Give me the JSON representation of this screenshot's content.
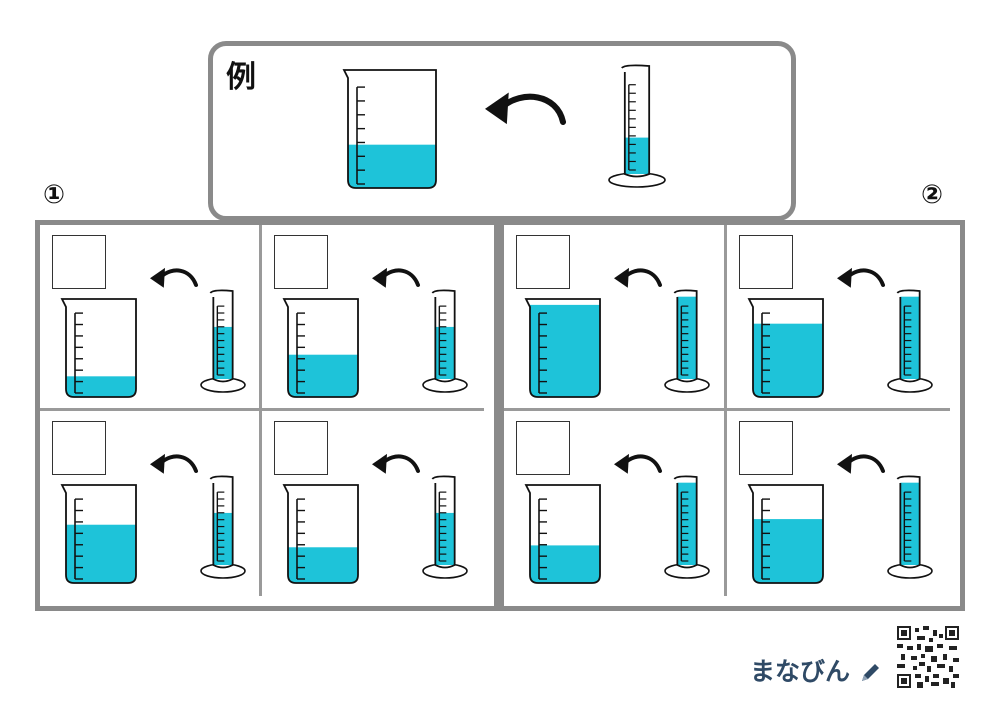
{
  "example": {
    "label": "例",
    "beaker_fill": 0.38,
    "cylinder_fill": 0.35
  },
  "sections": [
    {
      "number": "①",
      "cells": [
        {
          "answer": "",
          "beaker_fill": 0.22,
          "cylinder_fill": 0.62
        },
        {
          "answer": "",
          "beaker_fill": 0.45,
          "cylinder_fill": 0.62
        },
        {
          "answer": "",
          "beaker_fill": 0.62,
          "cylinder_fill": 0.62
        },
        {
          "answer": "",
          "beaker_fill": 0.38,
          "cylinder_fill": 0.62
        }
      ]
    },
    {
      "number": "②",
      "cells": [
        {
          "answer": "",
          "beaker_fill": 0.98,
          "cylinder_fill": 0.98
        },
        {
          "answer": "",
          "beaker_fill": 0.78,
          "cylinder_fill": 0.98
        },
        {
          "answer": "",
          "beaker_fill": 0.4,
          "cylinder_fill": 0.98
        },
        {
          "answer": "",
          "beaker_fill": 0.68,
          "cylinder_fill": 0.98
        }
      ]
    }
  ],
  "brand": {
    "name": "まなびん"
  },
  "colors": {
    "liquid": "#1ec3d9",
    "frame": "#8a8a8a",
    "ink": "#111111",
    "brand": "#2f4a66"
  },
  "icons": {
    "arrow": "curved-arrow-left-icon",
    "pencil": "pencil-icon",
    "qr": "qr-code-icon"
  }
}
